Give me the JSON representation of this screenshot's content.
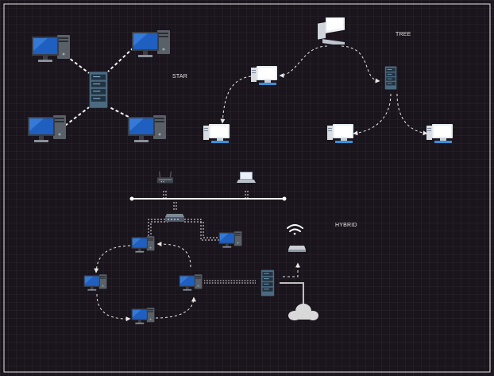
{
  "diagram": {
    "labels": {
      "star": "STAR",
      "tree": "TREE",
      "hybrid": "HYBRID"
    },
    "colors": {
      "background": "#1a141c",
      "frame": "#e8e8e8",
      "connector": "#e8e8e8",
      "cloud": "#d9d9d9"
    },
    "icons": {
      "desktop-monitor": "dark desktop computer with blue screen",
      "server": "server rack tower",
      "pc": "white desktop pc with monitor",
      "router": "wireless router",
      "laptop": "laptop",
      "switch": "network switch",
      "wifi": "wireless signal",
      "cloud": "cloud"
    }
  }
}
